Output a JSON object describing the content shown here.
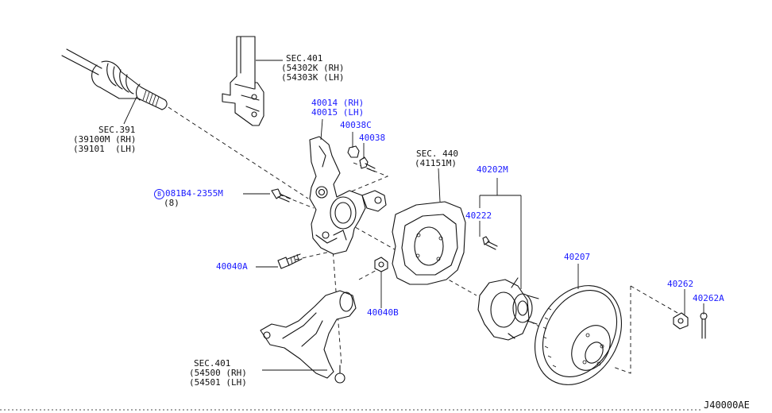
{
  "labels": {
    "strut_sec": "SEC.401",
    "strut_rh": "(54302K (RH)",
    "strut_lh": "(54303K (LH)",
    "knuckle_rh": "40014 (RH)",
    "knuckle_lh": "40015 (LH)",
    "p40038c": "40038C",
    "p40038": "40038",
    "shaft_sec": "SEC.391",
    "shaft_rh": "(39100M (RH)",
    "shaft_lh": "(39101  (LH)",
    "plate_sec": "SEC. 440",
    "plate_part": "(41151M)",
    "hub_assy": "40202M",
    "hub_bolt": "40222",
    "bolt_code": "081B4-2355M",
    "bolt_circle": "B",
    "bolt_qty": "(8)",
    "p40040a": "40040A",
    "p40040b": "40040B",
    "rotor": "40207",
    "nut": "40262",
    "cotter": "40262A",
    "arm_sec": "SEC.401",
    "arm_rh": "(54500 (RH)",
    "arm_lh": "(54501 (LH)",
    "diagram_id": "J40000AE"
  },
  "colors": {
    "part_number": "#1a1aff",
    "reference": "#111111",
    "linework": "#111111"
  }
}
